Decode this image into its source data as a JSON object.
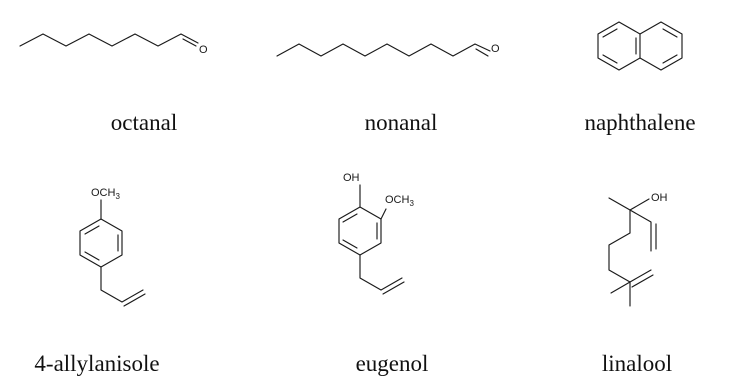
{
  "molecules": [
    {
      "name": "octanal"
    },
    {
      "name": "nonanal"
    },
    {
      "name": "naphthalene"
    },
    {
      "name": "4-allylanisole"
    },
    {
      "name": "eugenol"
    },
    {
      "name": "linalool"
    }
  ],
  "atoms": {
    "oxygen": "O",
    "hydroxyl": "OH",
    "methoxy_main": "OCH",
    "methoxy_sub": "3"
  }
}
